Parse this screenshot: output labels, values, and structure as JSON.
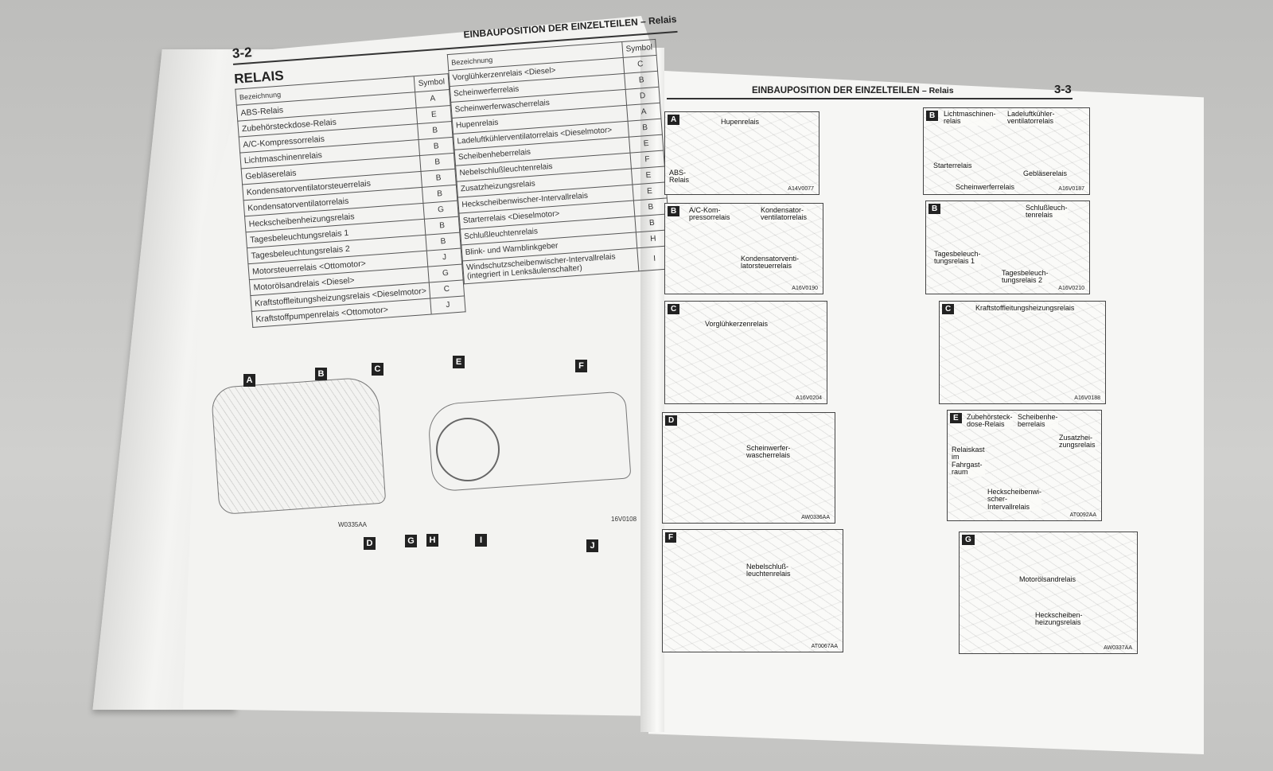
{
  "left_page": {
    "page_number": "3-2",
    "header": "EINBAUPOSITION DER EINZELTEILEN – Relais",
    "section_title": "RELAIS",
    "col_headers": {
      "name": "Bezeichnung",
      "symbol": "Symbol"
    },
    "left_rows": [
      {
        "name": "ABS-Relais",
        "symbol": "A"
      },
      {
        "name": "Zubehörsteckdose-Relais",
        "symbol": "E"
      },
      {
        "name": "A/C-Kompressorrelais",
        "symbol": "B"
      },
      {
        "name": "Lichtmaschinenrelais",
        "symbol": "B"
      },
      {
        "name": "Gebläserelais",
        "symbol": "B"
      },
      {
        "name": "Kondensatorventilatorsteuerrelais",
        "symbol": "B"
      },
      {
        "name": "Kondensatorventilatorrelais",
        "symbol": "B"
      },
      {
        "name": "Heckscheibenheizungsrelais",
        "symbol": "G"
      },
      {
        "name": "Tagesbeleuchtungsrelais 1",
        "symbol": "B"
      },
      {
        "name": "Tagesbeleuchtungsrelais 2",
        "symbol": "B"
      },
      {
        "name": "Motorsteuerrelais <Ottomotor>",
        "symbol": "J"
      },
      {
        "name": "Motorölsandrelais <Diesel>",
        "symbol": "G"
      },
      {
        "name": "Kraftstoffleitungsheizungsrelais <Dieselmotor>",
        "symbol": "C"
      },
      {
        "name": "Kraftstoffpumpenrelais <Ottomotor>",
        "symbol": "J"
      }
    ],
    "right_rows": [
      {
        "name": "Vorglühkerzenrelais <Diesel>",
        "symbol": "C"
      },
      {
        "name": "Scheinwerferrelais",
        "symbol": "B"
      },
      {
        "name": "Scheinwerferwascherrelais",
        "symbol": "D"
      },
      {
        "name": "Hupenrelais",
        "symbol": "A"
      },
      {
        "name": "Ladeluftkühlerventilatorrelais <Dieselmotor>",
        "symbol": "B"
      },
      {
        "name": "Scheibenheberrelais",
        "symbol": "E"
      },
      {
        "name": "Nebelschlußleuchtenrelais",
        "symbol": "F"
      },
      {
        "name": "Zusatzheizungsrelais",
        "symbol": "E"
      },
      {
        "name": "Heckscheibenwischer-Intervallrelais",
        "symbol": "E"
      },
      {
        "name": "Starterrelais <Dieselmotor>",
        "symbol": "B"
      },
      {
        "name": "Schlußleuchtenrelais",
        "symbol": "B"
      },
      {
        "name": "Blink- und Warnblinkgeber",
        "symbol": "H"
      },
      {
        "name": "Windschutzscheibenwischer-Intervallrelais (integriert in Lenksäulenschalter)",
        "symbol": "I"
      }
    ],
    "diagram_letters": [
      "A",
      "B",
      "C",
      "D",
      "E",
      "F",
      "G",
      "H",
      "I",
      "J"
    ],
    "diagram_codes": [
      "W0335AA",
      "16V0108"
    ]
  },
  "right_page": {
    "page_number": "3-3",
    "header": "EINBAUPOSITION DER EINZELTEILEN",
    "header_sub": "– Relais",
    "panels": [
      {
        "badge": "A",
        "code": "A14V0077",
        "callouts": [
          "Hupenrelais",
          "ABS-Relais"
        ]
      },
      {
        "badge": "B",
        "code": "A16V0187",
        "callouts": [
          "Lichtmaschinen-relais",
          "Ladeluftkühler-ventilatorrelais",
          "Starterrelais",
          "Gebläserelais",
          "Scheinwerferrelais"
        ]
      },
      {
        "badge": "B",
        "code": "A16V0190",
        "callouts": [
          "A/C-Kom-pressorrelais",
          "Kondensator-ventilatorrelais",
          "Kondensatorventi-latorsteuerrelais"
        ]
      },
      {
        "badge": "B",
        "code": "A16V0210",
        "callouts": [
          "Schlußleuch-tenrelais",
          "Tagesbeleuch-tungsrelais 1",
          "Tagesbeleuch-tungsrelais 2"
        ]
      },
      {
        "badge": "C",
        "code": "A16V0204",
        "callouts": [
          "Vorglühkerzenrelais"
        ]
      },
      {
        "badge": "C",
        "code": "A16V0188",
        "callouts": [
          "Kraftstoffleitungsheizungsrelais"
        ]
      },
      {
        "badge": "D",
        "code": "AW0336AA",
        "callouts": [
          "Scheinwerfer-wascherrelais"
        ]
      },
      {
        "badge": "E",
        "code": "AT0092AA",
        "callouts": [
          "Zubehörsteck-dose-Relais",
          "Scheibenhe-berrelais",
          "Zusatzhei-zungsrelais",
          "Relaiskast im Fahrgast-raum",
          "Heckscheibenwi-scher-Intervallrelais"
        ]
      },
      {
        "badge": "F",
        "code": "AT0067AA",
        "callouts": [
          "Nebelschluß-leuchtenrelais"
        ]
      },
      {
        "badge": "G",
        "code": "AW0337AA",
        "callouts": [
          "Motorölsandrelais",
          "Heckscheiben-heizungsrelais"
        ]
      }
    ]
  }
}
